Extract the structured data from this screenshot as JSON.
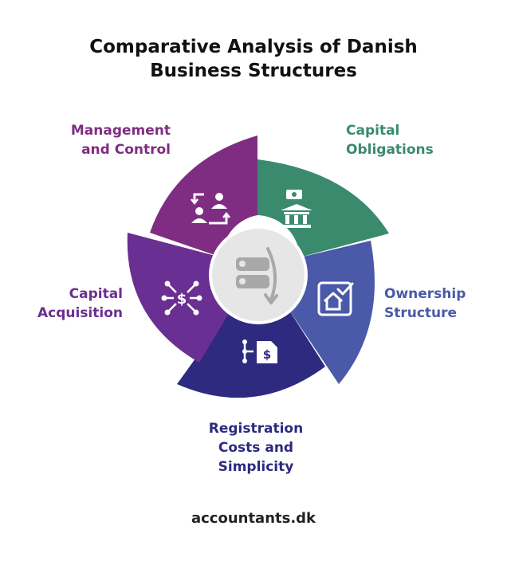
{
  "title": {
    "line1": "Comparative Analysis of Danish",
    "line2": "Business Structures"
  },
  "segments": [
    {
      "id": "management",
      "label_lines": [
        "Management",
        "and Control"
      ],
      "color": "#7f2d82",
      "icon": "people-exchange-icon"
    },
    {
      "id": "capital-obligations",
      "label_lines": [
        "Capital",
        "Obligations"
      ],
      "color": "#3a8a6d",
      "icon": "bank-money-icon"
    },
    {
      "id": "ownership",
      "label_lines": [
        "Ownership",
        "Structure"
      ],
      "color": "#4a5aa8",
      "icon": "house-document-icon"
    },
    {
      "id": "registration",
      "label_lines": [
        "Registration",
        "Costs and",
        "Simplicity"
      ],
      "color": "#2d2a80",
      "icon": "dollar-document-icon"
    },
    {
      "id": "capital-acquisition",
      "label_lines": [
        "Capital",
        "Acquisition"
      ],
      "color": "#6a2f92",
      "icon": "dollar-network-icon"
    }
  ],
  "center_icon": "database-arrow-icon",
  "footer": "accountants.dk"
}
